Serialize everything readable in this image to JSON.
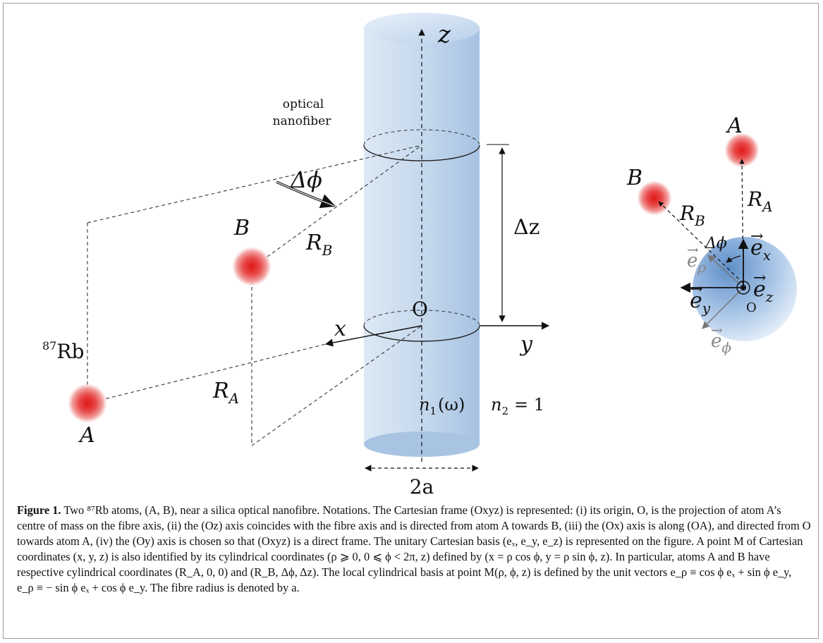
{
  "figure": {
    "labels": {
      "z_axis": "z",
      "x_axis": "x",
      "y_axis": "y",
      "fiber_label_line1": "optical",
      "fiber_label_line2": "nanofiber",
      "delta_phi": "Δϕ",
      "delta_z": "Δz",
      "origin": "O",
      "atom_a": "A",
      "atom_b": "B",
      "rb_mass": "87",
      "rb_symbol": "Rb",
      "r_b_main": "R",
      "r_b_sub": "B",
      "r_a_main": "R",
      "r_a_sub": "A",
      "n1": "n",
      "n1_sub": "1",
      "n1_arg": "(ω)",
      "n2": "n",
      "n2_sub": "2",
      "n2_val": "= 1",
      "two_a": "2a"
    },
    "inset": {
      "atom_a": "A",
      "atom_b": "B",
      "r_a_main": "R",
      "r_a_sub": "A",
      "r_b_main": "R",
      "r_b_sub": "B",
      "delta_phi": "Δϕ",
      "e_x": "e",
      "e_x_sub": "x",
      "e_z": "e",
      "e_z_sub": "z",
      "e_y": "e",
      "e_y_sub": "y",
      "e_rho": "e",
      "e_rho_sub": "ρ",
      "e_phi": "e",
      "e_phi_sub": "ϕ",
      "origin": "O"
    },
    "colors": {
      "fiber_light": "#dbe7f3",
      "fiber_dark": "#a9c4e3",
      "atom": "#e22a2a"
    }
  },
  "caption": {
    "label": "Figure 1.",
    "text": "Two ⁸⁷Rb atoms, (A, B), near a silica optical nanofibre. Notations. The Cartesian frame (Oxyz) is represented: (i) its origin, O, is the projection of atom A’s centre of mass on the fibre axis, (ii) the (Oz) axis coincides with the fibre axis and is directed from atom A towards B, (iii) the (Ox) axis is along (OA), and directed from O towards atom A, (iv) the (Oy) axis is chosen so that (Oxyz) is a direct frame. The unitary Cartesian basis (eₓ, e_y, e_z) is represented on the figure. A point M of Cartesian coordinates (x, y, z) is also identified by its cylindrical coordinates (ρ ⩾ 0, 0 ⩽ ϕ < 2π, z) defined by (x = ρ cos ϕ, y = ρ sin ϕ, z). In particular, atoms A and B have respective cylindrical coordinates (R_A, 0, 0) and (R_B, Δϕ, Δz). The local cylindrical basis at point M(ρ, ϕ, z) is defined by the unit vectors e_ρ ≡ cos ϕ eₓ + sin ϕ e_y, e_ρ ≡ − sin ϕ eₓ + cos ϕ e_y. The fibre radius is denoted by a."
  }
}
